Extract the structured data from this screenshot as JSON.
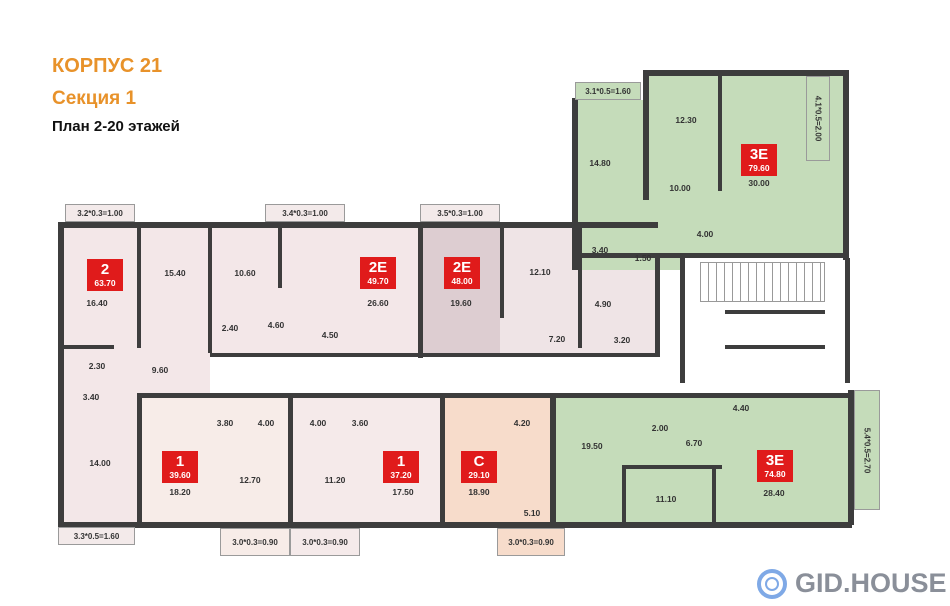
{
  "header": {
    "building": "КОРПУС 21",
    "section": "Секция 1",
    "plan": "План 2-20 этажей"
  },
  "colors": {
    "title": "#e8922a",
    "badge": "#e01b1b",
    "green": "#c5dcba",
    "pink": "#f3e7e8",
    "mauve": "#ddcdd1",
    "peach": "#f7dccb",
    "wall": "#3d3d3d"
  },
  "apartments": [
    {
      "type": "2",
      "area": "63.70"
    },
    {
      "type": "2E",
      "area": "49.70"
    },
    {
      "type": "2E",
      "area": "48.00"
    },
    {
      "type": "1",
      "area": "39.60"
    },
    {
      "type": "1",
      "area": "37.20"
    },
    {
      "type": "C",
      "area": "29.10"
    },
    {
      "type": "3E",
      "area": "79.60"
    },
    {
      "type": "3E",
      "area": "74.80"
    }
  ],
  "balconies": [
    "3.2*0.3=1.00",
    "3.4*0.3=1.00",
    "3.5*0.3=1.00",
    "3.3*0.5=1.60",
    "3.0*0.3=0.90",
    "3.0*0.3=0.90",
    "3.0*0.3=0.90",
    "3.1*0.5=1.60",
    "4.1*0.5=2.00",
    "5.4*0.5=2.70"
  ],
  "rooms": [
    "16.40",
    "15.40",
    "10.60",
    "2.40",
    "4.60",
    "26.60",
    "4.50",
    "19.60",
    "12.10",
    "4.90",
    "7.20",
    "3.20",
    "2.30",
    "9.60",
    "3.40",
    "14.00",
    "3.80",
    "4.00",
    "4.00",
    "3.60",
    "12.70",
    "11.20",
    "18.20",
    "17.50",
    "18.90",
    "4.20",
    "5.10",
    "14.80",
    "12.30",
    "10.00",
    "30.00",
    "4.00",
    "3.40",
    "1.50",
    "19.50",
    "2.00",
    "6.70",
    "4.40",
    "11.10",
    "28.40"
  ],
  "logo": {
    "text": "GID.HOUSE"
  }
}
